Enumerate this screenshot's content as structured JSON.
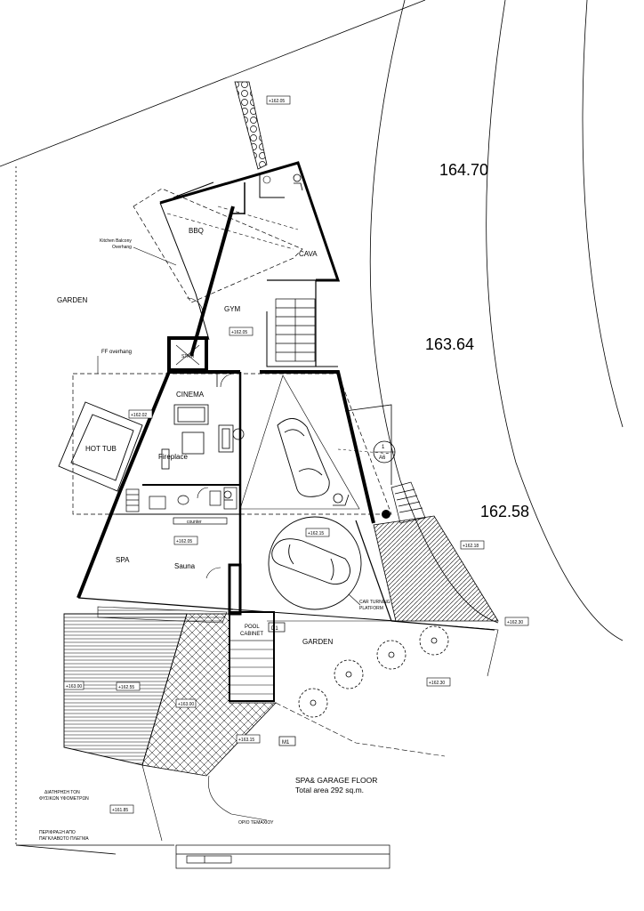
{
  "contours": {
    "c1": "164.70",
    "c2": "163.64",
    "c3": "162.58"
  },
  "rooms": {
    "bbq": "BBQ",
    "cava": "CAVA",
    "gym": "GYM",
    "cinema": "CINEMA",
    "hot_tub": "HOT TUB",
    "fireplace": "Fireplace",
    "spa": "SPA",
    "sauna": "Sauna",
    "garden_left": "GARDEN",
    "garden_right": "GARDEN",
    "pool_cabinet_1": "POOL",
    "pool_cabinet_2": "CABINET",
    "stair": "STAIR"
  },
  "notes": {
    "kitchen_balcony_1": "Kitchen Balcony",
    "kitchen_balcony_2": "Overhang",
    "ff_overhang": "FF overhang",
    "car_turning_1": "CAR TURNING",
    "car_turning_2": "PLATFORM",
    "counter": "counter",
    "greek_1a": "ΔΙΑΤΗΡΗΣΗ ΤΟΝ",
    "greek_1b": "ΦΥΣΙΚΩΝ ΥΦΟΜΕΤΡΩΝ",
    "greek_2a": "ΠΕΡΙΦΡΑΞΗ ΑΠΟ",
    "greek_2b": "ΠΑΓΚΛΑΒΩΤΟ ΠΛΕΓΜΑ",
    "greek_3": "ΟΡΙΟ ΤΕΜΑΧΙΟΥ"
  },
  "levels": {
    "l1": "+162.05",
    "l2": "+162.05",
    "l3": "+162.02",
    "l4": "+162.05",
    "l5": "+162.15",
    "l6": "+162.18",
    "l7": "+162.30",
    "l8": "+162.30",
    "l9": "+162.55",
    "l10": "+163.00",
    "l11": "+163.15",
    "l12": "+161.85",
    "l13": "+163.00"
  },
  "tags": {
    "section_num": "1",
    "section_ref": "A6",
    "d1": "D1",
    "m1": "M1"
  },
  "title_block": {
    "line1": "SPA& GARAGE FLOOR",
    "line2": "Total area 292 sq.m."
  }
}
